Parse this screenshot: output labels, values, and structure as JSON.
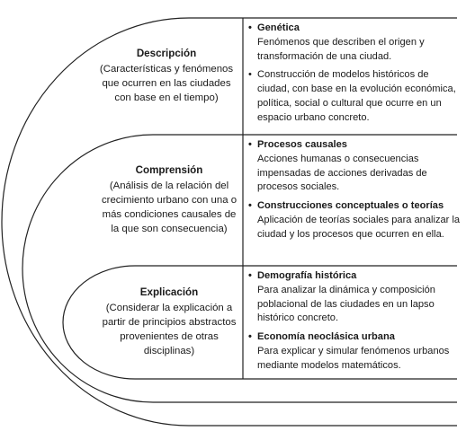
{
  "levels": [
    {
      "title": "Descripción",
      "description": "(Características y fenómenos que ocurren en las ciudades con base en el tiempo)",
      "items": [
        {
          "title": "Genética",
          "text": "Fenómenos que describen el origen y transformación de una ciudad."
        },
        {
          "title": "",
          "text": "Construcción de modelos históricos de ciudad, con base en la evolución económica, política, social o cultural que ocurre en un espacio urbano concreto."
        }
      ]
    },
    {
      "title": "Comprensión",
      "description": "(Análisis de la relación del crecimiento urbano con una o más condiciones causales de la que son consecuencia)",
      "items": [
        {
          "title": "Procesos causales",
          "text": "Acciones humanas o consecuencias impensadas de acciones derivadas de procesos sociales."
        },
        {
          "title": "Construcciones conceptuales o teorías",
          "text": "Aplicación de teorías sociales para analizar la ciudad y los procesos que ocurren en ella."
        }
      ]
    },
    {
      "title": "Explicación",
      "description": "(Considerar la explicación a partir de principios abstractos provenientes de otras disciplinas)",
      "items": [
        {
          "title": "Demografía histórica",
          "text": "Para analizar la dinámica y composición poblacional de las ciudades en un lapso histórico concreto."
        },
        {
          "title": "Economía neoclásica urbana",
          "text": "Para explicar y simular fenómenos urbanos mediante modelos matemáticos."
        }
      ]
    }
  ]
}
